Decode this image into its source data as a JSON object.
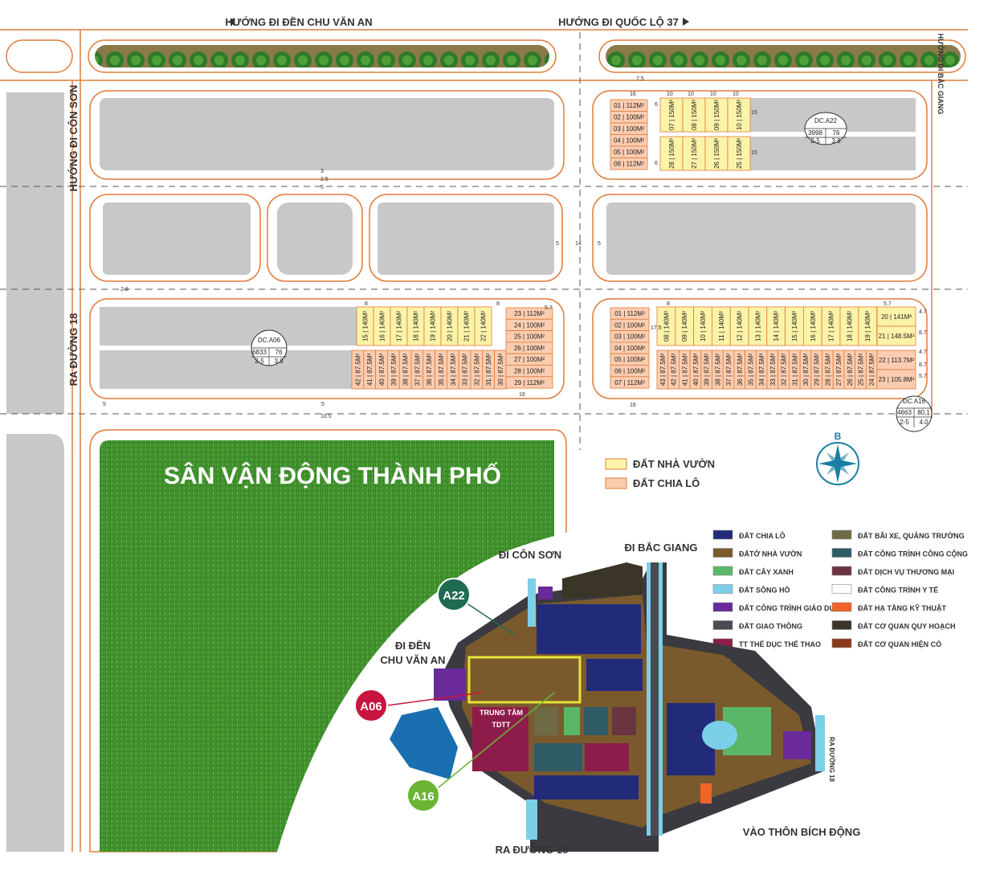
{
  "roads": {
    "top_left": "HƯỚNG ĐI ĐỀN CHU VĂN AN",
    "top_right": "HƯỚNG ĐI QUỐC LỘ 37",
    "left_top": "HƯỚNG ĐI CÔN SƠN",
    "left_bottom": "RA ĐƯỜNG 18",
    "right_top": "HƯỚNG ĐI BẮC GIANG"
  },
  "stadium": "SÂN VẬN ĐỘNG THÀNH PHỐ",
  "compass": "B",
  "legend": [
    {
      "label": "ĐẤT NHÀ VƯỜN",
      "color": "#fbf3a8"
    },
    {
      "label": "ĐẤT CHIA LÔ",
      "color": "#fbcdb0"
    }
  ],
  "blocks": {
    "a22": {
      "code": "DC.A22",
      "area": "3998",
      "lots": "76",
      "floors": "2-5",
      "ratio": "3.8",
      "left_lots": [
        "01 | 112M²",
        "02 | 100M²",
        "03 | 100M²",
        "04 | 100M²",
        "05 | 100M²",
        "06 | 112M²"
      ],
      "top_lots": [
        "07 | 150M²",
        "08 | 150M²",
        "09 | 150M²",
        "10 | 150M²"
      ],
      "bottom_lots": [
        "28 | 150M²",
        "27 | 150M²",
        "26 | 150M²",
        "25 | 150M²"
      ]
    },
    "a06": {
      "code": "DC.A06",
      "area": "6833",
      "lots": "76",
      "floors": "2-5",
      "ratio": "3.8",
      "top_lots": [
        "15 | 140M²",
        "16 | 140M²",
        "17 | 140M²",
        "18 | 140M²",
        "19 | 140M²",
        "20 | 140M²",
        "21 | 140M²",
        "22 | 140M²"
      ],
      "bottom_lots": [
        "42 | 87.5M²",
        "41 | 87.5M²",
        "40 | 87.5M²",
        "39 | 87.5M²",
        "38 | 87.5M²",
        "37 | 87.5M²",
        "36 | 87.5M²",
        "35 | 87.5M²",
        "34 | 87.5M²",
        "33 | 87.5M²",
        "32 | 87.5M²",
        "31 | 87.5M²",
        "30 | 87.5M²"
      ],
      "right_lots": [
        "23 | 112M²",
        "24 | 100M²",
        "25 | 100M²",
        "26 | 100M²",
        "27 | 100M²",
        "28 | 100M²",
        "29 | 112M²"
      ]
    },
    "a16": {
      "code": "DC.A16",
      "area": "4663",
      "lots": "80,1",
      "floors": "2-5",
      "ratio": "4.0",
      "left_lots": [
        "01 | 112M²",
        "02 | 100M²",
        "03 | 100M²",
        "04 | 100M²",
        "05 | 100M²",
        "06 | 100M²",
        "07 | 112M²"
      ],
      "top_lots": [
        "08 | 140M²",
        "09 | 140M²",
        "10 | 140M²",
        "11 | 140M²",
        "12 | 140M²",
        "13 | 140M²",
        "14 | 140M²",
        "15 | 140M²",
        "16 | 140M²",
        "17 | 140M²",
        "18 | 140M²",
        "19 | 140M²"
      ],
      "bottom_lots": [
        "43 | 87.5M²",
        "42 | 87.5M²",
        "41 | 87.5M²",
        "40 | 87.5M²",
        "39 | 87.5M²",
        "38 | 87.5M²",
        "37 | 87.5M²",
        "36 | 87.5M²",
        "35 | 87.5M²",
        "34 | 87.5M²",
        "33 | 87.5M²",
        "32 | 87.5M²",
        "31 | 87.5M²",
        "30 | 87.5M²",
        "29 | 87.5M²",
        "28 | 87.5M²",
        "27 | 87.5M²",
        "26 | 87.5M²",
        "25 | 87.5M²",
        "24 | 87.5M²"
      ],
      "right_lots": [
        "20 | 141M²",
        "21 | 148.5M²",
        "22 | 113.7M²",
        "23 | 105.8M²"
      ]
    }
  },
  "dims": {
    "d16": "16",
    "d10": "10",
    "d6": "6",
    "d15": "15",
    "d5": "5",
    "d14": "14",
    "d25": "2.5",
    "d3": "3",
    "d8": "8",
    "d57": "5.7",
    "d75": "7.5",
    "d175": "17.5",
    "d47": "4.7",
    "d87": "8.7",
    "d26": "2.6",
    "d105": "10.5"
  },
  "overview": {
    "labels": {
      "con_son": "ĐI CÔN SƠN",
      "bac_giang": "ĐI BẮC GIANG",
      "chu_van_an": [
        "ĐI ĐỀN",
        "CHU VĂN AN"
      ],
      "duong18": "RA ĐƯỜNG 18",
      "duong18_side": "RA ĐƯỜNG 18",
      "bich_dong": "VÀO THÔN BÍCH ĐỘNG",
      "sport_center": [
        "TRUNG TÂM",
        "TDTT"
      ]
    },
    "callouts": {
      "a22": "A22",
      "a06": "A06",
      "a16": "A16"
    },
    "legend_left": [
      {
        "label": "ĐẤT CHIA LÔ",
        "color": "#222a7a"
      },
      {
        "label": "ĐẤTỞ NHÀ VƯỜN",
        "color": "#7a5a2d"
      },
      {
        "label": "ĐẤT CÂY XANH",
        "color": "#5ab767"
      },
      {
        "label": "ĐẤT SÔNG HỒ",
        "color": "#7ccfe8"
      },
      {
        "label": "ĐẤT CÔNG TRÌNH GIÁO DỤC",
        "color": "#6a2a9a"
      },
      {
        "label": "ĐẤT GIAO THÔNG",
        "color": "#4a4a52"
      },
      {
        "label": "TT THỂ DỤC THỂ THAO",
        "color": "#8e1c4a"
      }
    ],
    "legend_right": [
      {
        "label": "ĐẤT BÃI XE, QUẢNG TRƯỜNG",
        "color": "#6e6a45"
      },
      {
        "label": "ĐẤT CÔNG TRÌNH CÔNG CỘNG",
        "color": "#2f5b66"
      },
      {
        "label": "ĐẤT DỊCH VỤ THƯƠNG MẠI",
        "color": "#6a3440"
      },
      {
        "label": "ĐẤT CÔNG TRÌNH Y TẾ",
        "color": "#ffffff"
      },
      {
        "label": "ĐẤT HẠ TẦNG KỸ THUẬT",
        "color": "#f0642a"
      },
      {
        "label": "ĐẤT CƠ QUAN QUY HOẠCH",
        "color": "#3a3526"
      },
      {
        "label": "ĐẤT CƠ QUAN HIỆN CÓ",
        "color": "#8a3a1a"
      }
    ]
  },
  "colors": {
    "garden_lot": "#fbf3a8",
    "divided_lot": "#fbcdb0",
    "block_outline": "#e07b3a",
    "road_line": "#e07b3a",
    "gray_block": "#c7c8ca",
    "grass": "#3d8b2b",
    "callout_a22": "#1e6b52",
    "callout_a06": "#c8153f",
    "callout_a16": "#6ab534"
  }
}
